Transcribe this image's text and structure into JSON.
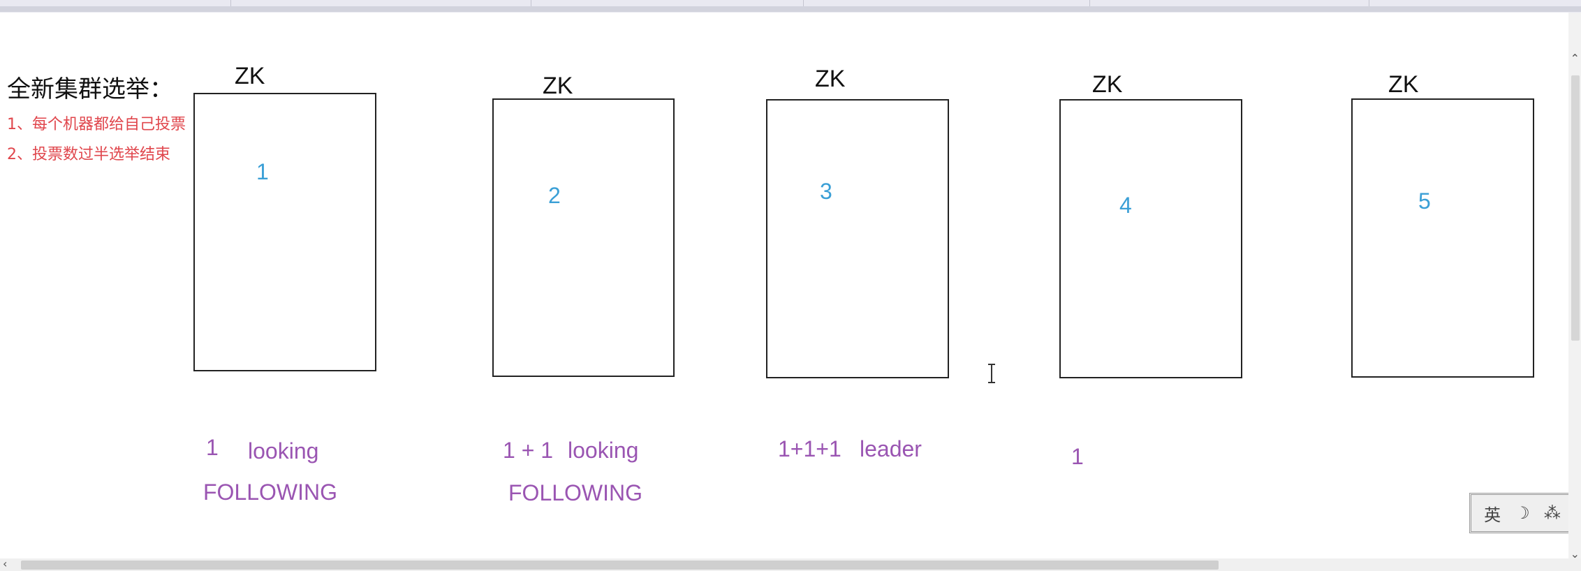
{
  "diagram": {
    "title": "全新集群选举：",
    "rules": [
      "1、每个机器都给自己投票",
      "2、投票数过半选举结束"
    ],
    "servers": [
      {
        "label": "ZK",
        "id": "1",
        "votes": "1",
        "state": "looking",
        "role": "FOLLOWING"
      },
      {
        "label": "ZK",
        "id": "2",
        "votes": "1 + 1",
        "state": "looking",
        "role": "FOLLOWING"
      },
      {
        "label": "ZK",
        "id": "3",
        "votes": "1+1+1",
        "state": "leader",
        "role": ""
      },
      {
        "label": "ZK",
        "id": "4",
        "votes": "1",
        "state": "",
        "role": ""
      },
      {
        "label": "ZK",
        "id": "5",
        "votes": "",
        "state": "",
        "role": ""
      }
    ]
  },
  "ime": {
    "glyphs": [
      "英",
      "☽",
      "⁂"
    ]
  },
  "colors": {
    "title": "#111111",
    "rules": "#e0464c",
    "ids": "#3a9fd6",
    "annotations": "#9a55b2",
    "box_border": "#222222"
  }
}
